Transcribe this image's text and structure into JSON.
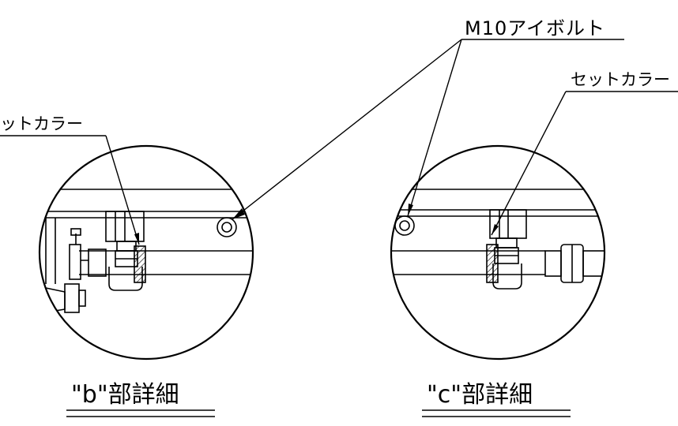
{
  "labels": {
    "eyebolt": "M10アイボルト",
    "collar_left": "ットカラー",
    "collar_right": "セットカラー",
    "detail_b": "\"b\"部詳細",
    "detail_c": "\"c\"部詳細"
  },
  "colors": {
    "line": "#000000",
    "background": "#ffffff"
  }
}
